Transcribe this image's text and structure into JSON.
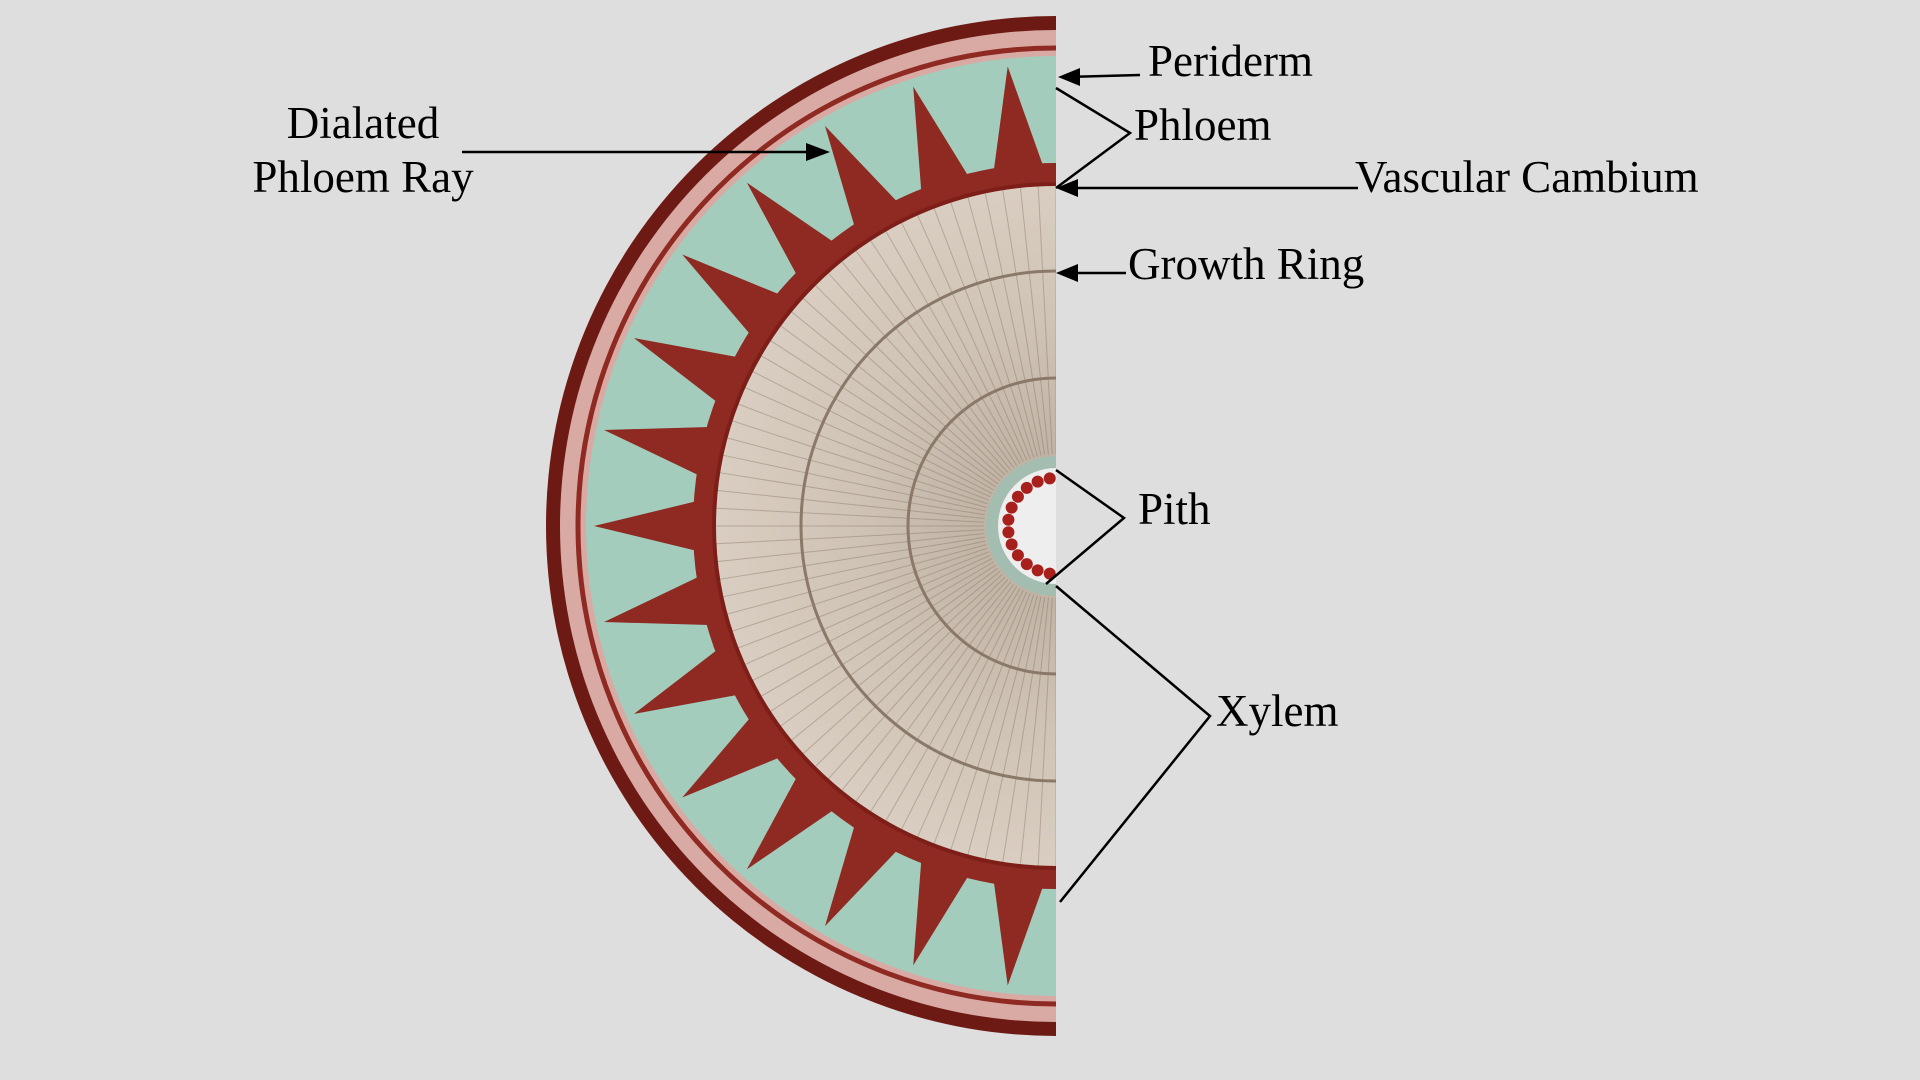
{
  "diagram": {
    "labels": {
      "dialated_line1": "Dialated",
      "dialated_line2": "Phloem Ray",
      "periderm": "Periderm",
      "phloem": "Phloem",
      "vascular_cambium": "Vascular Cambium",
      "growth_ring": "Growth Ring",
      "pith": "Pith",
      "xylem": "Xylem"
    },
    "colors": {
      "background": "#dedede",
      "periderm": "#6e1a14",
      "phloem": "#8e2a22",
      "dilated_ray": "#9fcfba",
      "xylem": "#cfc2b4",
      "growth_ring_line": "#8a7868",
      "pith": "#eeeeee",
      "pith_cells": "#a8201c"
    }
  }
}
